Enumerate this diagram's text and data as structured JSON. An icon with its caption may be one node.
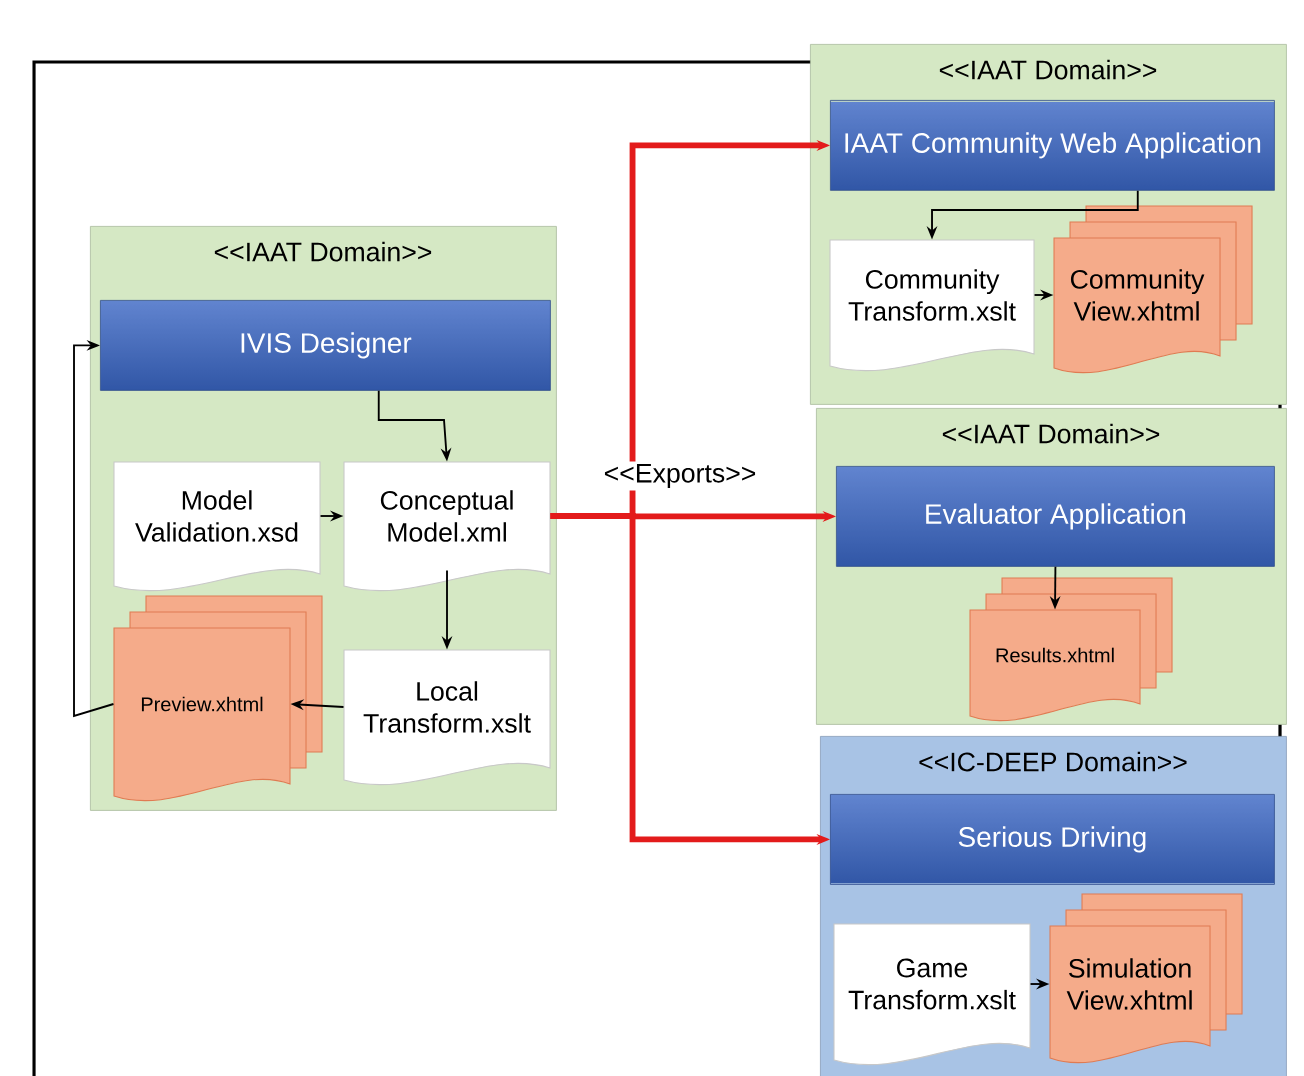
{
  "diagram": {
    "nodes": [
      {
        "text": [
          "<<IAAT Domain>>"
        ]
      },
      {
        "text": [
          "IVIS Designer"
        ],
        "in": 0
      },
      {
        "text": [
          "Model Validation.xsd"
        ],
        "in": 0
      },
      {
        "text": [
          "Conceptual Model.xml"
        ],
        "in": 0
      },
      {
        "text": [
          "Local Transform.xslt"
        ],
        "in": 0
      },
      {
        "text": [
          "Preview.xhtml"
        ],
        "in": 0
      },
      {
        "text": [
          "<<IAAT Domain>>"
        ]
      },
      {
        "text": [
          "IAAT Community Web Application"
        ],
        "in": 6
      },
      {
        "text": [
          "Community Transform.xslt"
        ],
        "in": 6
      },
      {
        "text": [
          "Community View.xhtml"
        ],
        "in": 6
      },
      {
        "text": [
          "<<IAAT Domain>>"
        ]
      },
      {
        "text": [
          "Evaluator Application"
        ],
        "in": 10
      },
      {
        "text": [
          "Results.xhtml"
        ],
        "in": 10
      },
      {
        "text": [
          "<<IC-DEEP Domain>>"
        ]
      },
      {
        "text": [
          "Serious Driving"
        ],
        "in": 13
      },
      {
        "text": [
          "Game Transform.xslt"
        ],
        "in": 13
      },
      {
        "text": [
          "Simulation View.xhtml"
        ],
        "in": 13
      }
    ],
    "edges": [
      {
        "from": 1,
        "to": 3,
        "arrow": "to"
      },
      {
        "from": 2,
        "to": 3,
        "arrow": "to"
      },
      {
        "from": 3,
        "to": 4,
        "arrow": "to"
      },
      {
        "from": 4,
        "to": 5,
        "arrow": "to"
      },
      {
        "from": 5,
        "to": 1,
        "arrow": "to"
      },
      {
        "from": 7,
        "to": 8,
        "arrow": "to"
      },
      {
        "from": 8,
        "to": 9,
        "arrow": "to"
      },
      {
        "from": 11,
        "to": 12,
        "arrow": "to"
      },
      {
        "from": 15,
        "to": 16,
        "arrow": "to"
      },
      {
        "from": 3,
        "to": 7,
        "arrow": "to",
        "style": "thick",
        "color": "#e31b1b"
      },
      {
        "from": 3,
        "to": 11,
        "arrow": "to",
        "style": "thick",
        "color": "#e31b1b",
        "label": "<<Exports>>"
      },
      {
        "from": 3,
        "to": 14,
        "arrow": "to",
        "style": "thick",
        "color": "#e31b1b"
      }
    ]
  }
}
